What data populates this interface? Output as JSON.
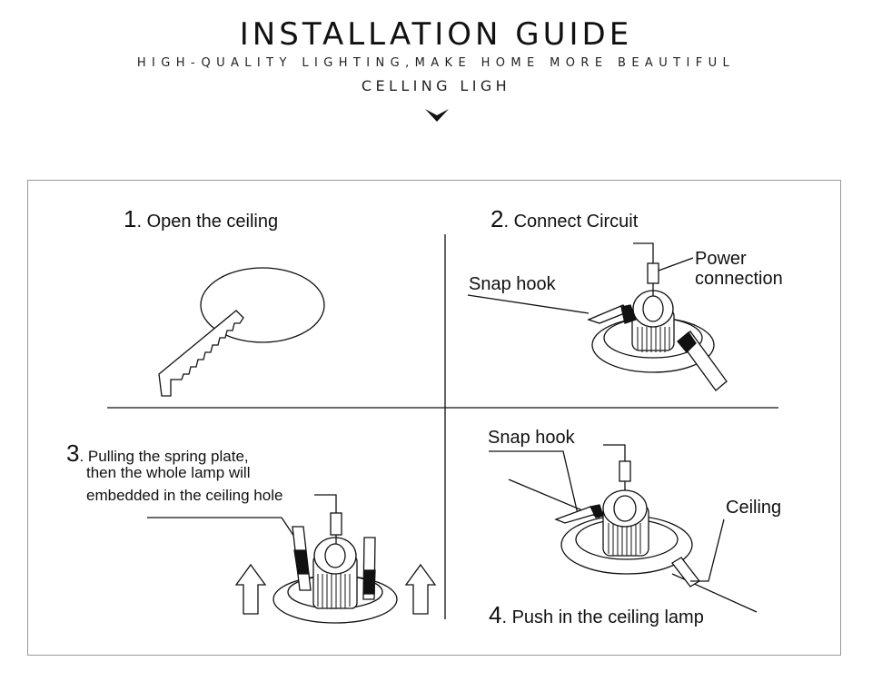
{
  "header": {
    "title": "INSTALLATION  GUIDE",
    "subtitle": "HIGH-QUALITY LIGHTING,MAKE HOME MORE BEAUTIFUL",
    "subtitle2": "CELLING LIGH"
  },
  "steps": [
    {
      "num": "1",
      "text": ". Open the ceiling"
    },
    {
      "num": "2",
      "text": ". Connect Circuit"
    },
    {
      "num": "3",
      "text": ". Pulling the spring plate,",
      "line2": "then the whole lamp will",
      "line3": "embedded in the ceiling hole"
    },
    {
      "num": "4",
      "text": ". Push in the ceiling lamp"
    }
  ],
  "labels": {
    "snap_hook_2": "Snap hook",
    "power_1": "Power",
    "power_2": "connection",
    "snap_hook_4": "Snap hook",
    "ceiling": "Ceiling"
  }
}
